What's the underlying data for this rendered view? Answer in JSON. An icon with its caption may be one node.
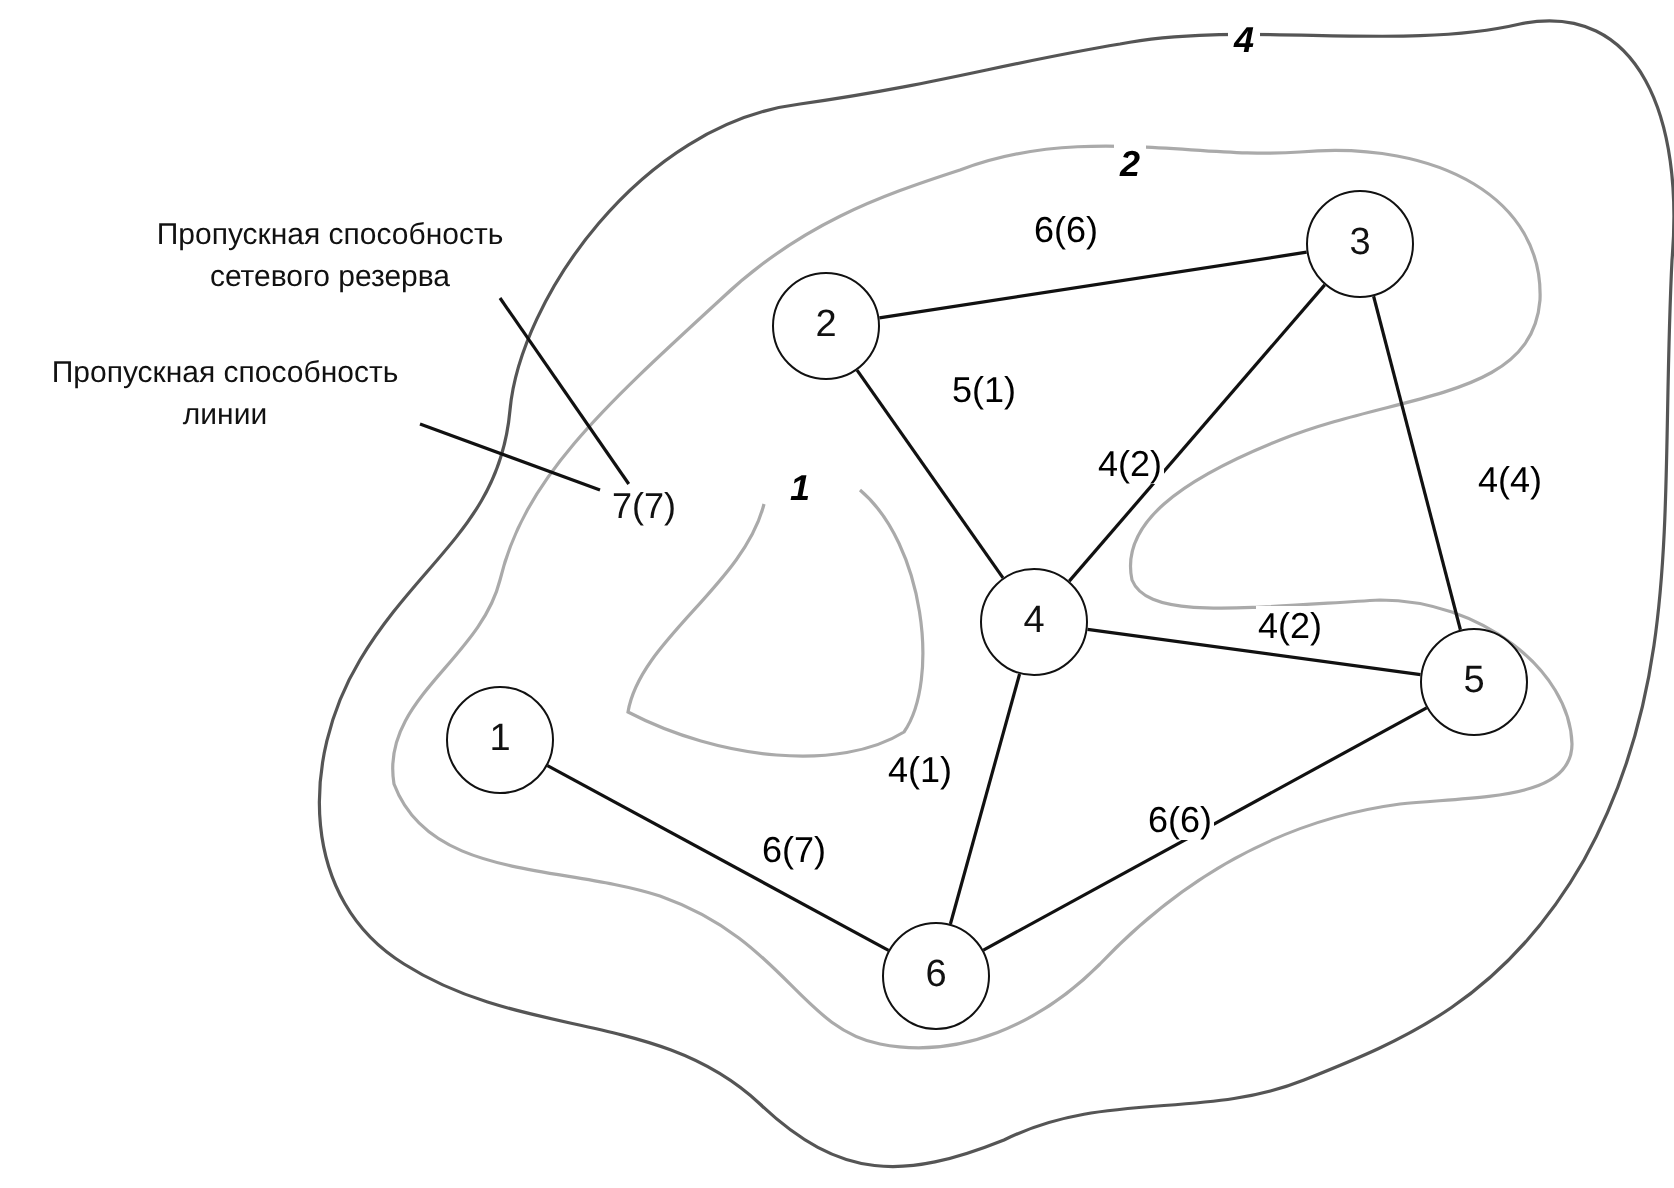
{
  "diagram": {
    "nodes": [
      {
        "text": [
          "Пропускная способность сетевого резерва"
        ]
      },
      {
        "text": [
          "Пропускная способность линии"
        ]
      },
      {
        "text": [
          "7(7)"
        ]
      },
      {
        "text": [
          "3"
        ]
      },
      {
        "text": [
          "2"
        ]
      },
      {
        "text": [
          "4"
        ]
      },
      {
        "text": [
          "5"
        ]
      },
      {
        "text": [
          "1"
        ]
      },
      {
        "text": [
          "6"
        ]
      }
    ],
    "edges": [
      {
        "from": 4,
        "to": 3,
        "arrow": "none",
        "label": "6(6)"
      },
      {
        "from": 4,
        "to": 5,
        "arrow": "none",
        "label": "5(1)"
      },
      {
        "from": 3,
        "to": 5,
        "arrow": "none",
        "label": "4(2)"
      },
      {
        "from": 3,
        "to": 6,
        "arrow": "none",
        "label": "4(4)"
      },
      {
        "from": 5,
        "to": 6,
        "arrow": "none",
        "label": "4(2)"
      },
      {
        "from": 5,
        "to": 8,
        "arrow": "none",
        "label": "4(1)"
      },
      {
        "from": 8,
        "to": 6,
        "arrow": "none",
        "label": "6(6)"
      },
      {
        "from": 7,
        "to": 8,
        "arrow": "none",
        "label": "6(7)"
      },
      {
        "from": 0,
        "to": 2,
        "arrow": "none"
      },
      {
        "from": 1,
        "to": 2,
        "arrow": "none"
      }
    ],
    "labels": [
      "4",
      "2",
      "1"
    ]
  }
}
